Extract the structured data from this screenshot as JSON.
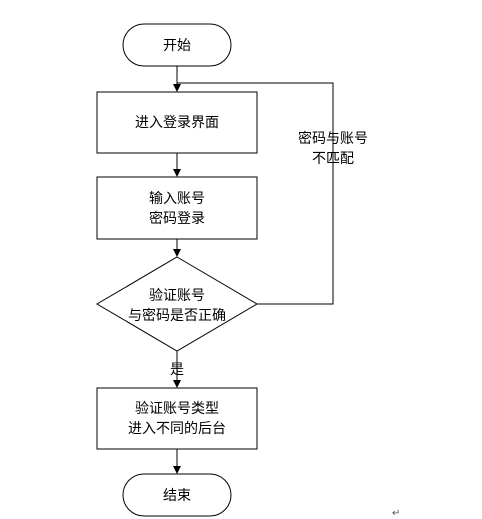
{
  "nodes": {
    "start": "开始",
    "enter_login": "进入登录界面",
    "input_line1": "输入账号",
    "input_line2": "密码登录",
    "verify_line1": "验证账号",
    "verify_line2": "与密码是否正确",
    "route_line1": "验证账号类型",
    "route_line2": "进入不同的后台",
    "end": "结束"
  },
  "edges": {
    "yes_label": "是",
    "mismatch_line1": "密码与账号",
    "mismatch_line2": "不匹配"
  },
  "paragraph_mark": "↵"
}
